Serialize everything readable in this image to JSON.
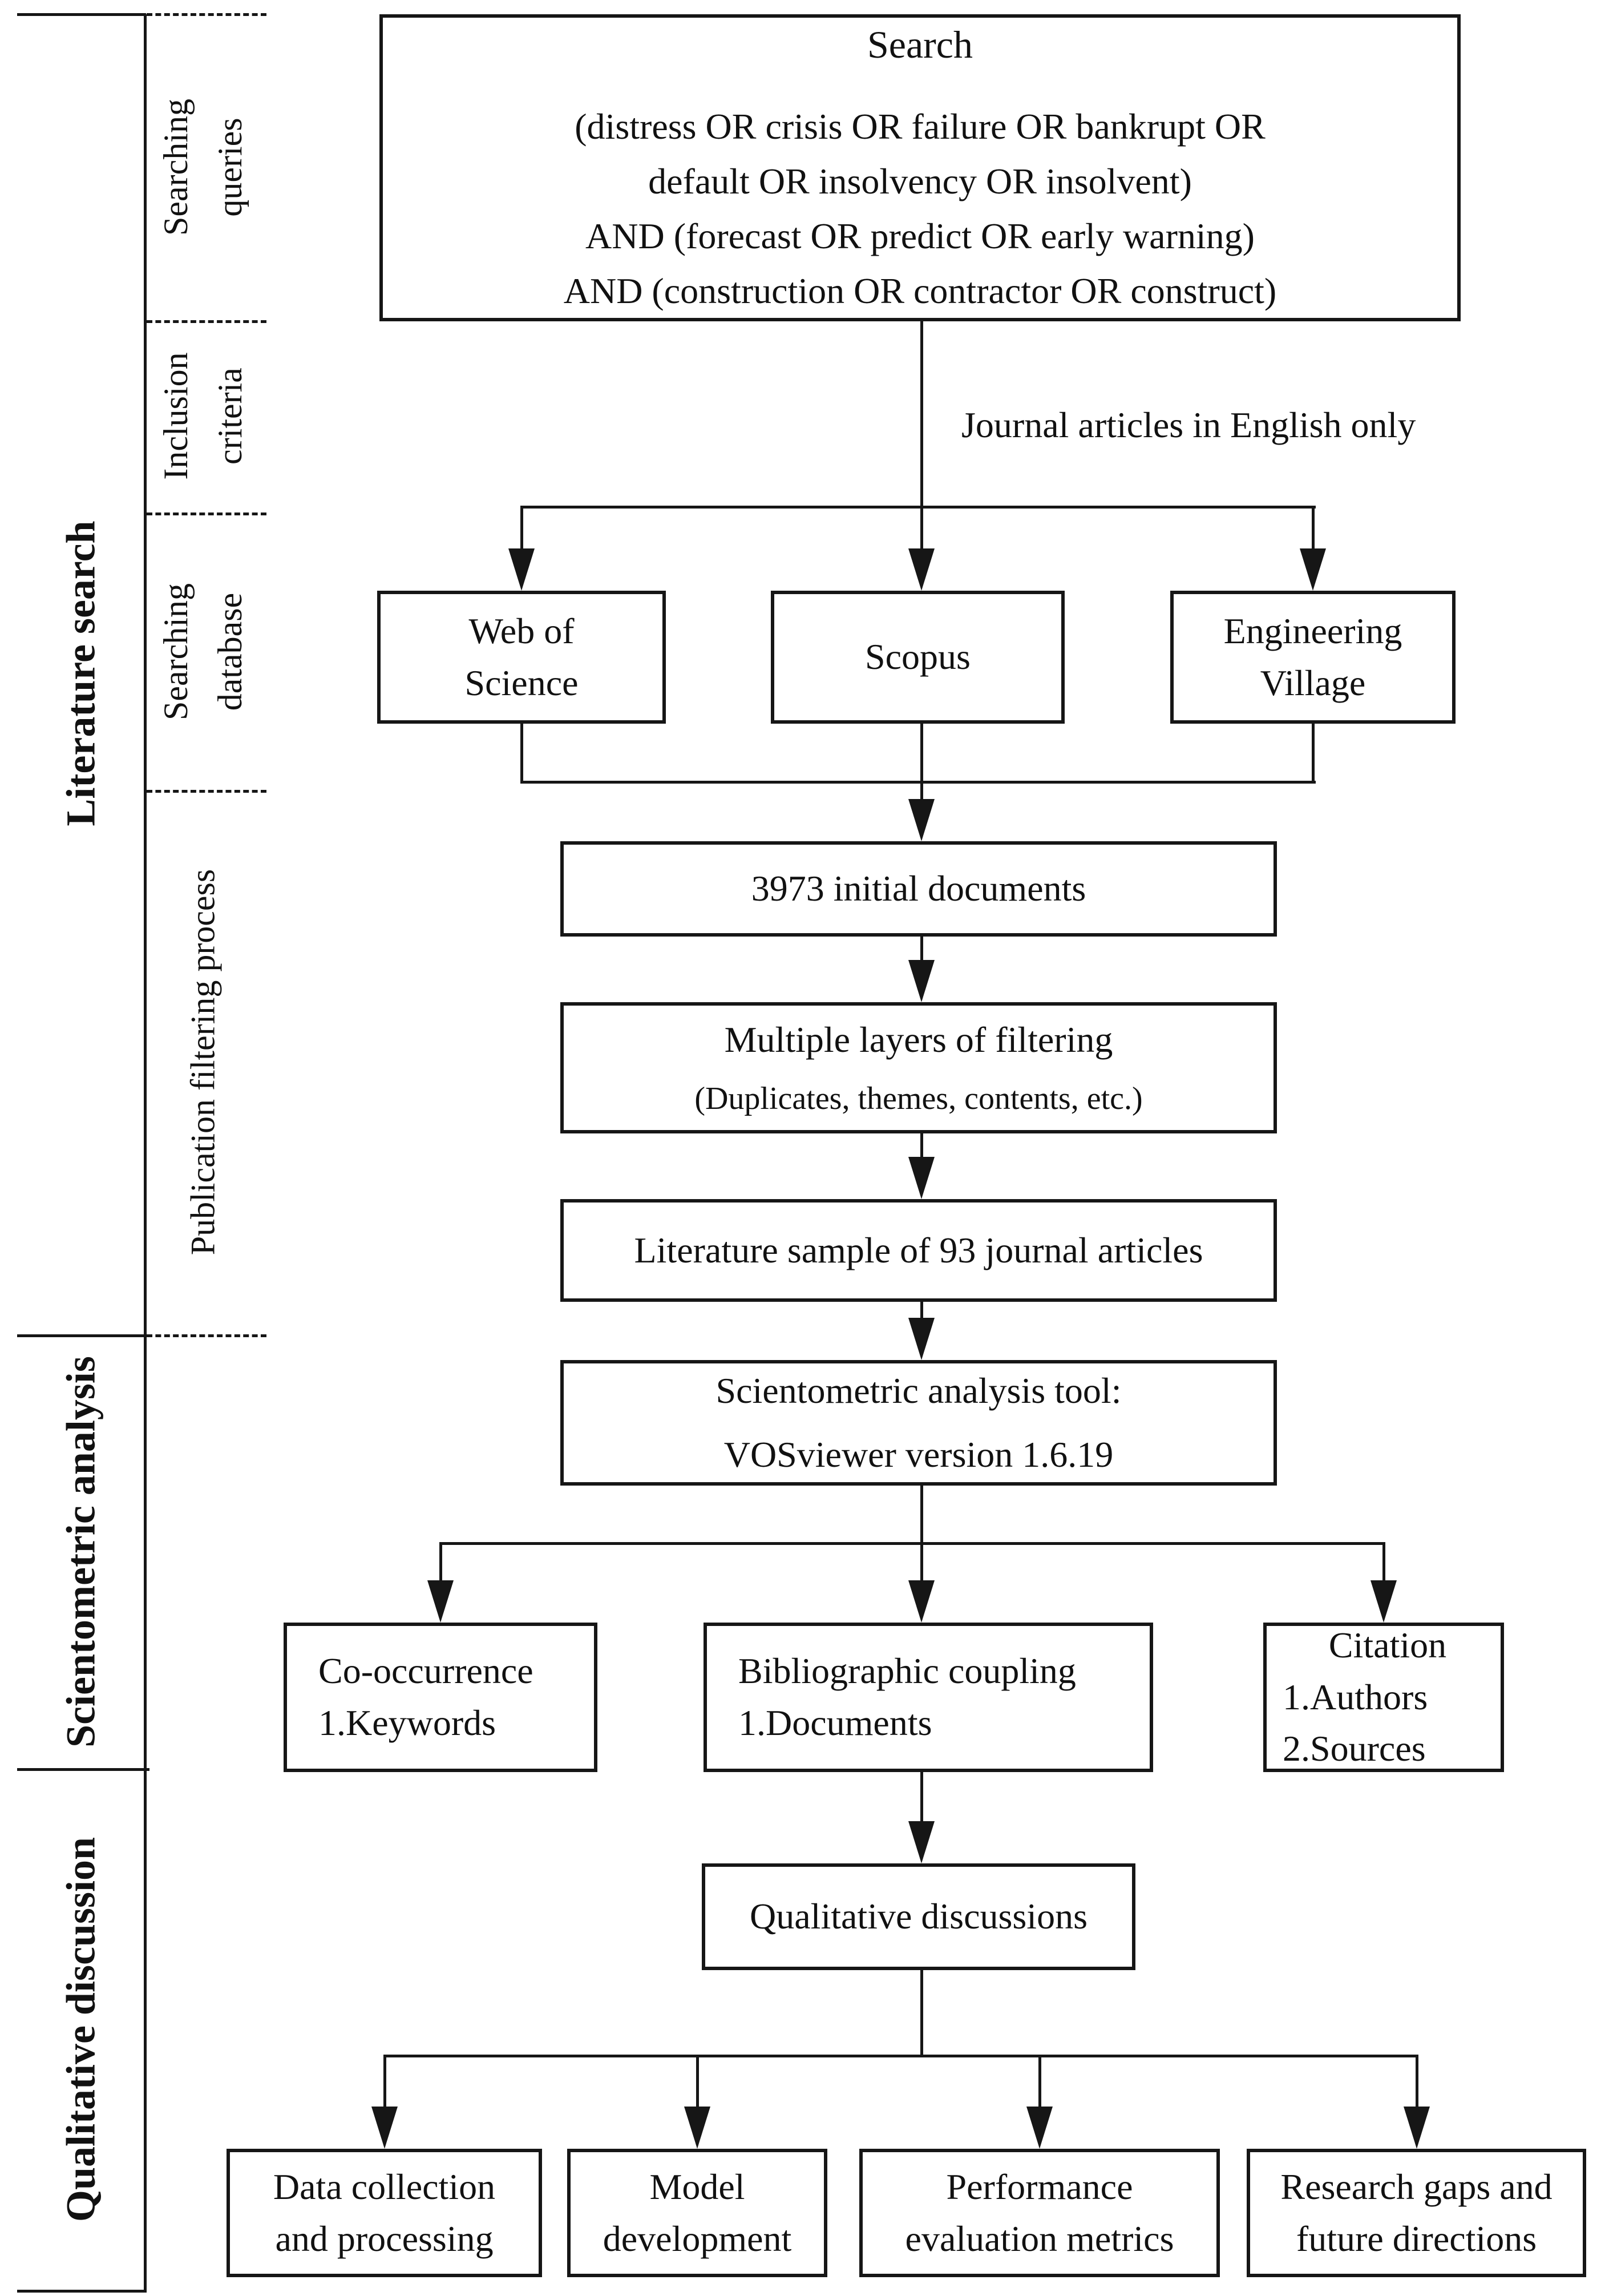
{
  "sidebar": {
    "phases": [
      "Literature search",
      "Scientometric analysis",
      "Qualitative discussion"
    ],
    "stages": [
      "Searching\nqueries",
      "Inclusion\ncriteria",
      "Searching\ndatabase",
      "Publication filtering process"
    ]
  },
  "flow": {
    "search": {
      "title": "Search",
      "query": "(distress OR crisis OR failure OR bankrupt OR\ndefault OR insolvency OR insolvent)\nAND (forecast OR predict OR early warning)\nAND (construction OR contractor OR construct)"
    },
    "inclusion_note": "Journal articles in English only",
    "databases": [
      "Web of\nScience",
      "Scopus",
      "Engineering\nVillage"
    ],
    "initial_documents": "3973 initial documents",
    "filtering": {
      "line1": "Multiple layers of  filtering",
      "line2": "(Duplicates, themes, contents, etc.)"
    },
    "sample": "Literature sample of 93 journal articles",
    "tool": "Scientometric analysis tool:\nVOSviewer version 1.6.19",
    "analyses": [
      {
        "title": "Co-occurrence",
        "items": "1.Keywords"
      },
      {
        "title": "Bibliographic coupling",
        "items": "1.Documents"
      },
      {
        "title": "Citation",
        "items": "1.Authors\n2.Sources"
      }
    ],
    "qualitative": "Qualitative discussions",
    "outcomes": [
      "Data collection\nand processing",
      "Model\ndevelopment",
      "Performance\nevaluation metrics",
      "Research gaps and\nfuture directions"
    ]
  }
}
